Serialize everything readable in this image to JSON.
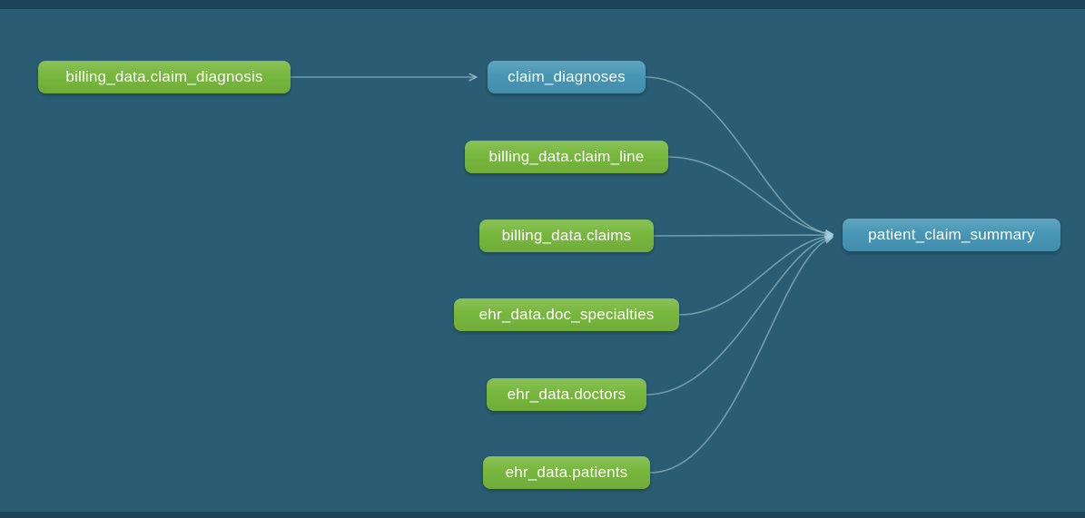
{
  "app": {
    "type": "data-lineage-graph"
  },
  "palette": {
    "background": "#2a5d74",
    "frame_border": "#1b4459",
    "edge": "#a9cfdd",
    "source": "#77b73d",
    "model": "#4796b5",
    "text": "#ffffff"
  },
  "nodes": [
    {
      "id": "billing_data.claim_diagnosis",
      "label": "billing_data.claim_diagnosis",
      "type": "source"
    },
    {
      "id": "claim_diagnoses",
      "label": "claim_diagnoses",
      "type": "model"
    },
    {
      "id": "billing_data.claim_line",
      "label": "billing_data.claim_line",
      "type": "source"
    },
    {
      "id": "billing_data.claims",
      "label": "billing_data.claims",
      "type": "source"
    },
    {
      "id": "ehr_data.doc_specialties",
      "label": "ehr_data.doc_specialties",
      "type": "source"
    },
    {
      "id": "ehr_data.doctors",
      "label": "ehr_data.doctors",
      "type": "source"
    },
    {
      "id": "ehr_data.patients",
      "label": "ehr_data.patients",
      "type": "source"
    },
    {
      "id": "patient_claim_summary",
      "label": "patient_claim_summary",
      "type": "model"
    }
  ],
  "edges": [
    {
      "from": "billing_data.claim_diagnosis",
      "to": "claim_diagnoses"
    },
    {
      "from": "claim_diagnoses",
      "to": "patient_claim_summary"
    },
    {
      "from": "billing_data.claim_line",
      "to": "patient_claim_summary"
    },
    {
      "from": "billing_data.claims",
      "to": "patient_claim_summary"
    },
    {
      "from": "ehr_data.doc_specialties",
      "to": "patient_claim_summary"
    },
    {
      "from": "ehr_data.doctors",
      "to": "patient_claim_summary"
    },
    {
      "from": "ehr_data.patients",
      "to": "patient_claim_summary"
    }
  ]
}
